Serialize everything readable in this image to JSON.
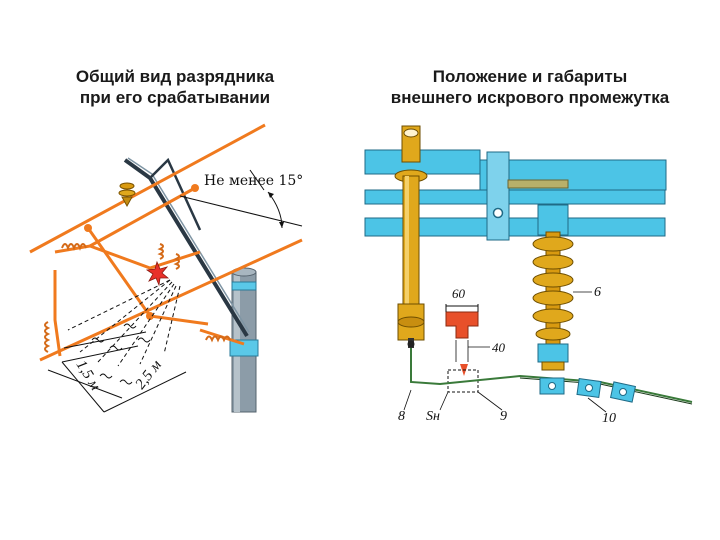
{
  "left_panel": {
    "title_line1": "Общий вид разрядника",
    "title_line2": "при его срабатывании",
    "angle_label": "Не менее 15°",
    "dim_inner": "1,5 м",
    "dim_outer": "2,5 м"
  },
  "right_panel": {
    "title_line1": "Положение и габариты",
    "title_line2": "внешнего искрового промежутка",
    "dim_width": "60",
    "dim_height": "40",
    "label_6": "6",
    "label_8": "8",
    "label_sn": "Sн",
    "label_9": "9",
    "label_10": "10"
  },
  "colors": {
    "orange": "#f07a1e",
    "cyan": "#4cc4e6",
    "gold": "#e0a81c",
    "red": "#e8502a",
    "pole": "#8a9aa6",
    "green": "#3a7a3a"
  }
}
